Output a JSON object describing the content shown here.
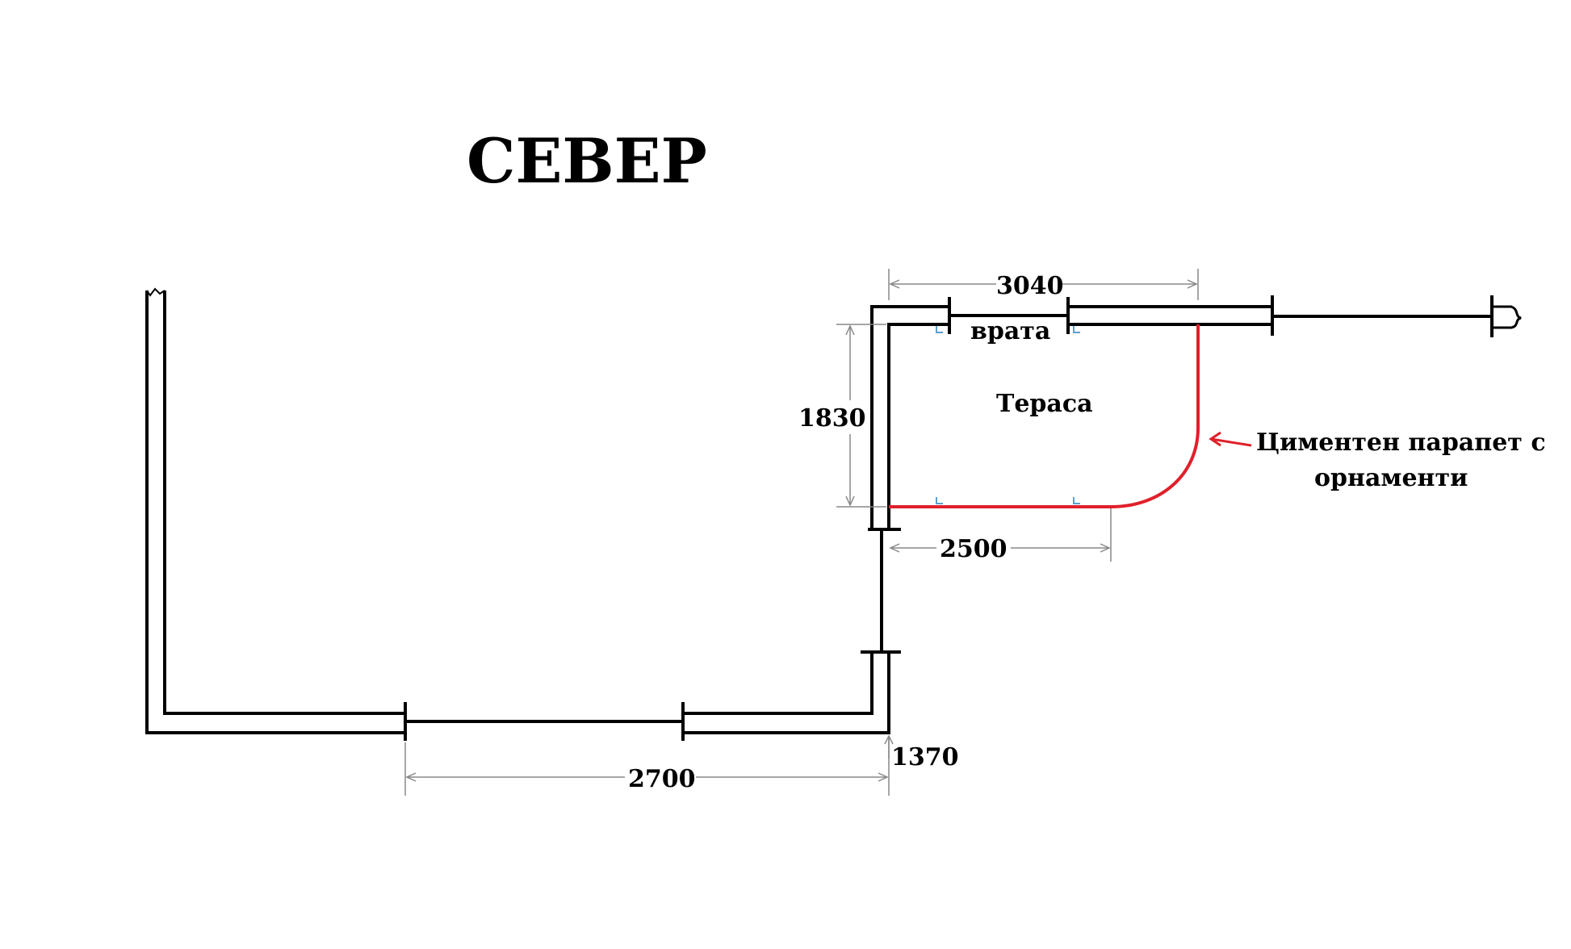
{
  "title": "СЕВЕР",
  "labels": {
    "door": "врата",
    "terrace": "Тераса",
    "parapet_line1": "Циментен парапет с",
    "parapet_line2": "орнаменти"
  },
  "dimensions": {
    "top_width": "3040",
    "terrace_height": "1830",
    "terrace_width": "2500",
    "bottom_width": "2700",
    "corner_offset": "1370"
  },
  "colors": {
    "wall": "#000000",
    "parapet": "#e0202a",
    "dimension_line": "#888888",
    "marker": "#5aa0d0"
  }
}
